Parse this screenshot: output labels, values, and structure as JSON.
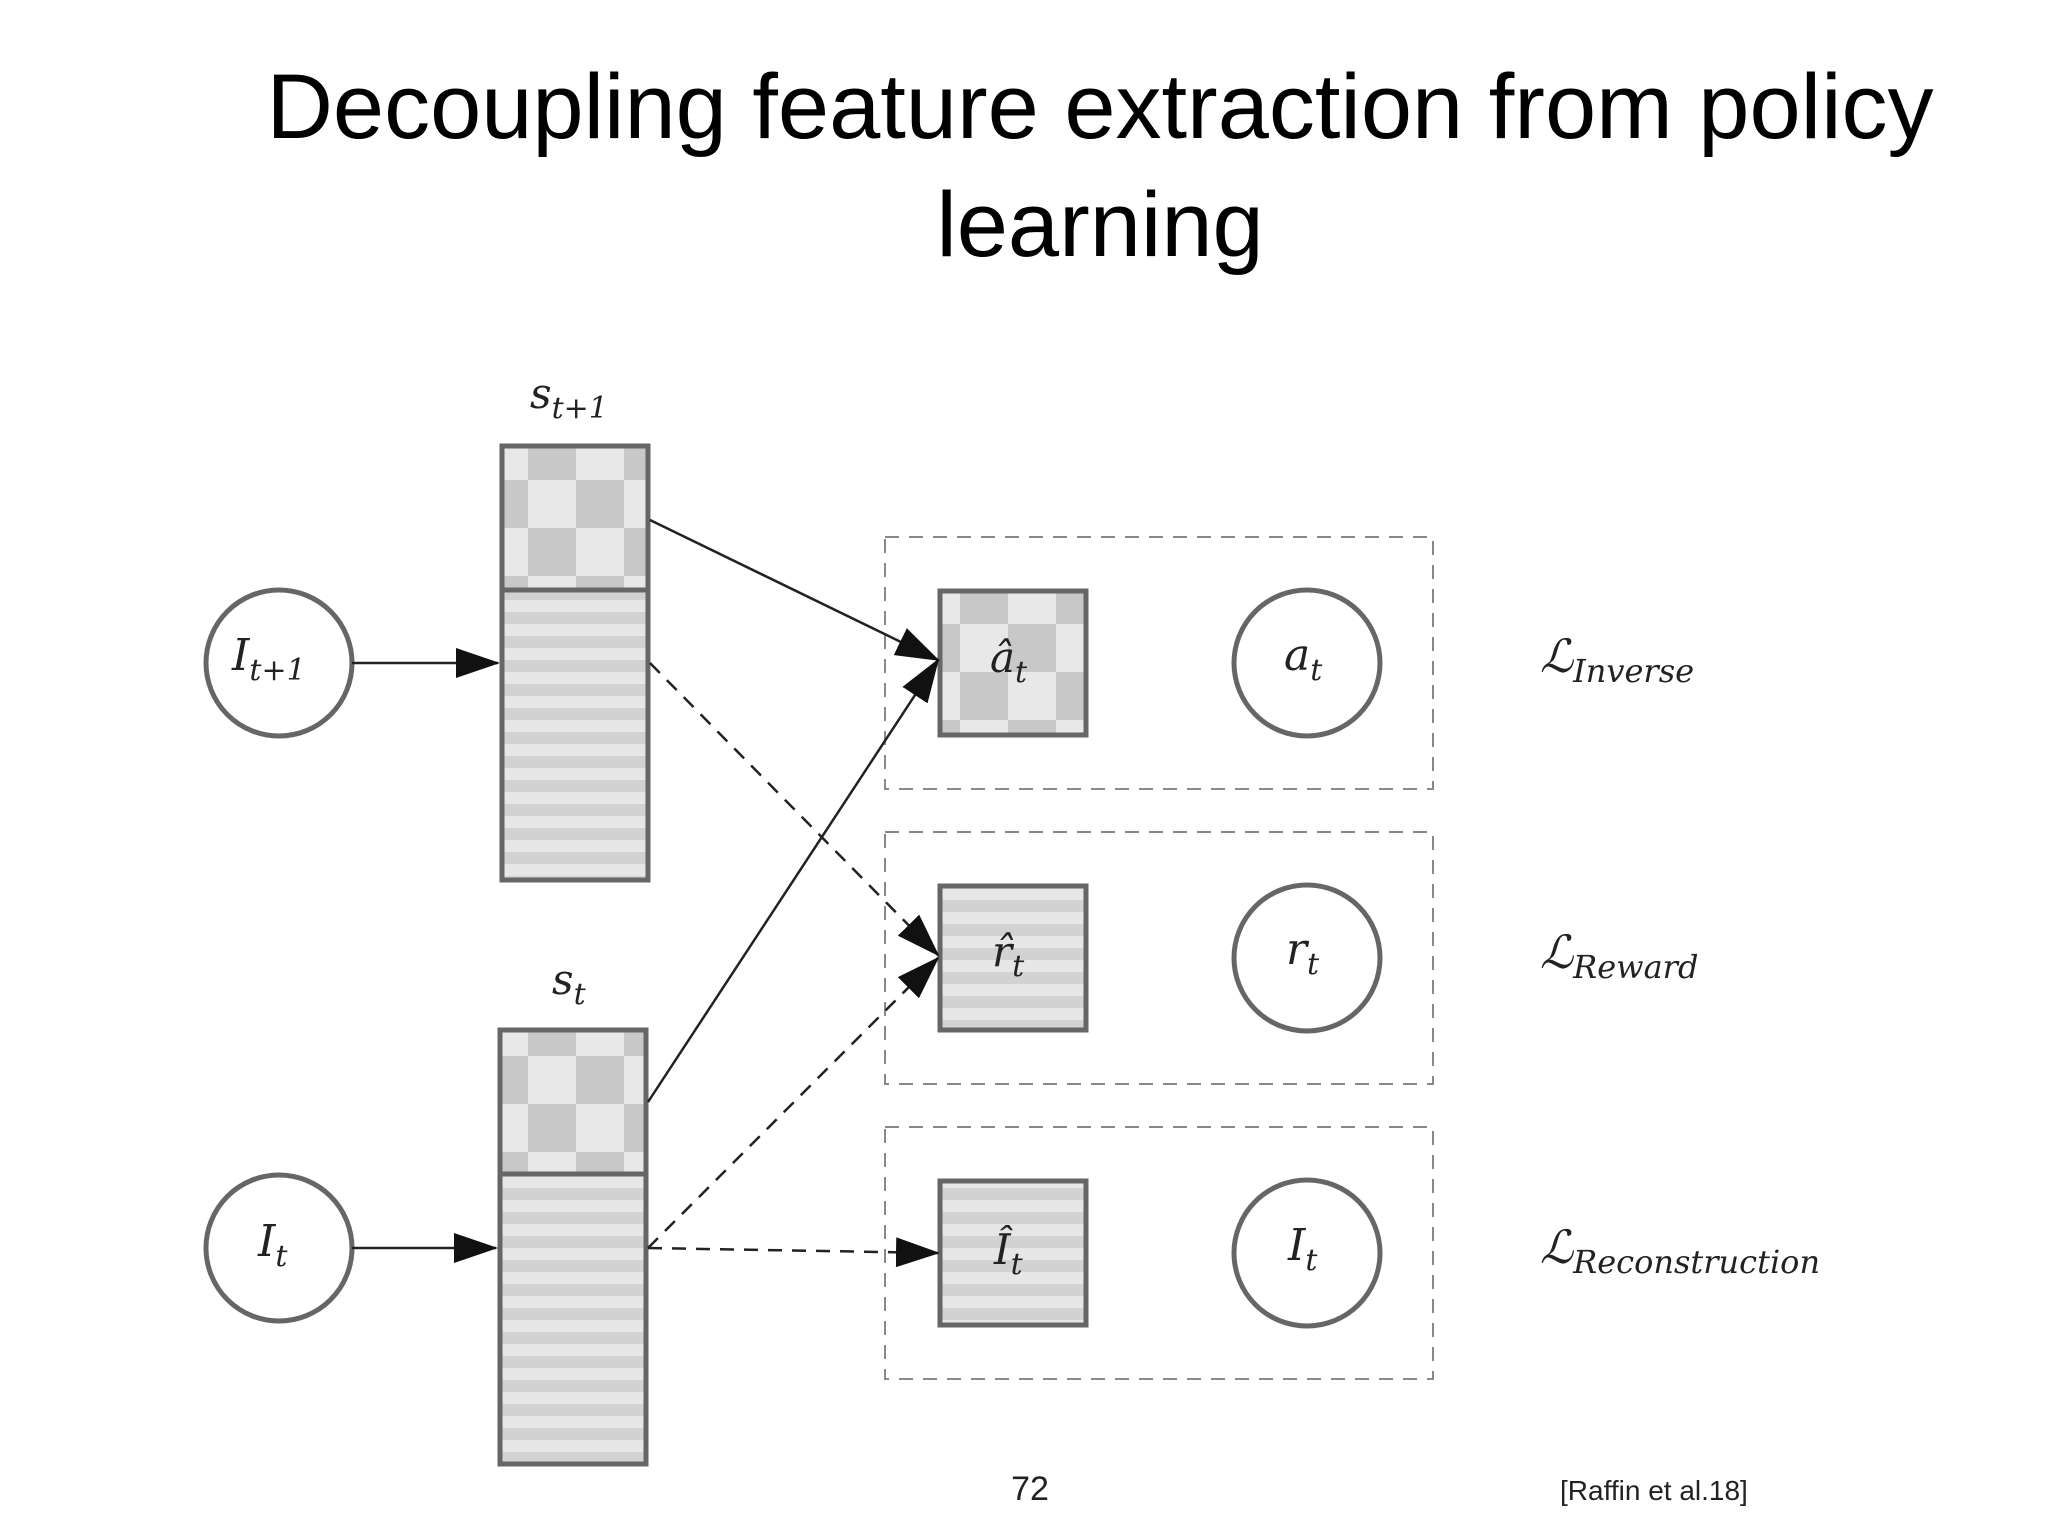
{
  "slide": {
    "title_line1": "Decoupling feature extraction from policy",
    "title_line2": "learning",
    "page_number": "72",
    "citation": "[Raffin et al.18]"
  },
  "diagram": {
    "inputs": {
      "next_image": {
        "base": "I",
        "sub": "t+1"
      },
      "image": {
        "base": "I",
        "sub": "t"
      }
    },
    "states": {
      "next_state": {
        "base": "s",
        "sub": "t+1"
      },
      "state": {
        "base": "s",
        "sub": "t"
      }
    },
    "predictions": {
      "action": {
        "base": "â",
        "sub": "t"
      },
      "reward": {
        "base": "r̂",
        "sub": "t"
      },
      "reconstruction": {
        "base": "Î",
        "sub": "t"
      }
    },
    "targets": {
      "action": {
        "base": "a",
        "sub": "t"
      },
      "reward": {
        "base": "r",
        "sub": "t"
      },
      "reconstruction": {
        "base": "I",
        "sub": "t"
      }
    },
    "losses": {
      "inverse": {
        "base": "ℒ",
        "sub": "Inverse"
      },
      "reward": {
        "base": "ℒ",
        "sub": "Reward"
      },
      "reconstruction": {
        "base": "ℒ",
        "sub": "Reconstruction"
      }
    },
    "colors": {
      "stroke": "#666666",
      "checker_light": "#e8e8e8",
      "checker_dark": "#c8c8c8",
      "stripe_light": "#e6e6e6",
      "stripe_dark": "#d2d2d2",
      "line": "#222222"
    }
  }
}
